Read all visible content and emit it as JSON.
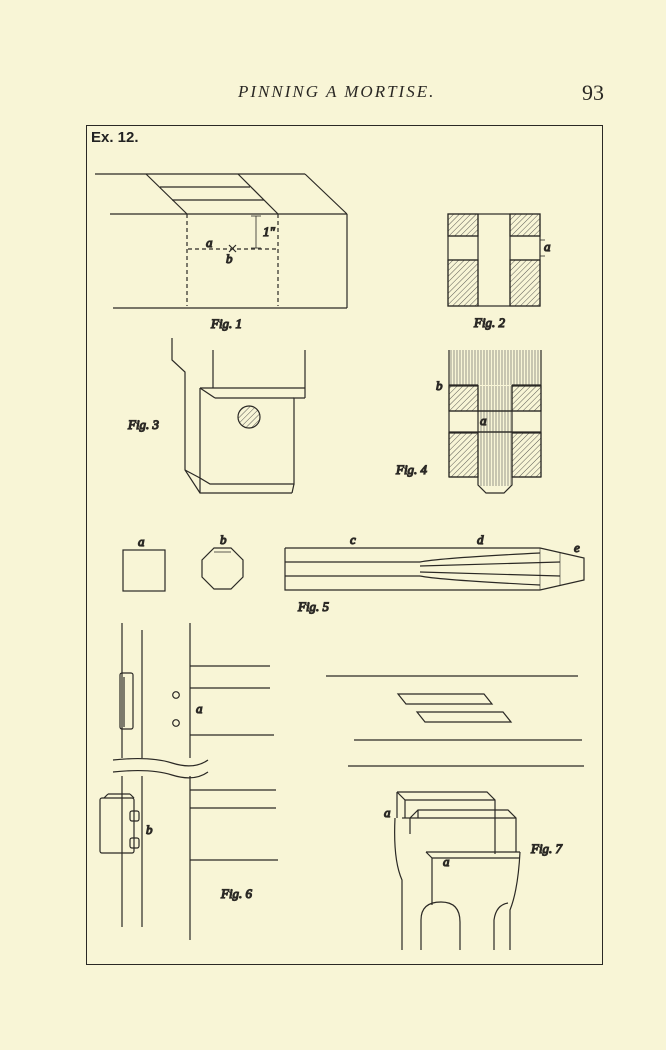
{
  "header": {
    "title": "PINNING A MORTISE.",
    "page_number": "93"
  },
  "plate": {
    "exercise": "Ex. 12."
  },
  "figures": {
    "fig1": {
      "caption": "Fig. 1",
      "label_a": "a",
      "label_b": "b",
      "dimension": "1\""
    },
    "fig2": {
      "caption": "Fig. 2",
      "label_a": "a"
    },
    "fig3": {
      "caption": "Fig. 3"
    },
    "fig4": {
      "caption": "Fig. 4",
      "label_a": "a",
      "label_b": "b"
    },
    "fig5": {
      "caption": "Fig. 5",
      "label_a": "a",
      "label_b": "b",
      "label_c": "c",
      "label_d": "d",
      "label_e": "e"
    },
    "fig6": {
      "caption": "Fig. 6",
      "label_a": "a",
      "label_b": "b"
    },
    "fig7": {
      "caption": "Fig. 7",
      "label_a1": "a",
      "label_a2": "a"
    }
  }
}
